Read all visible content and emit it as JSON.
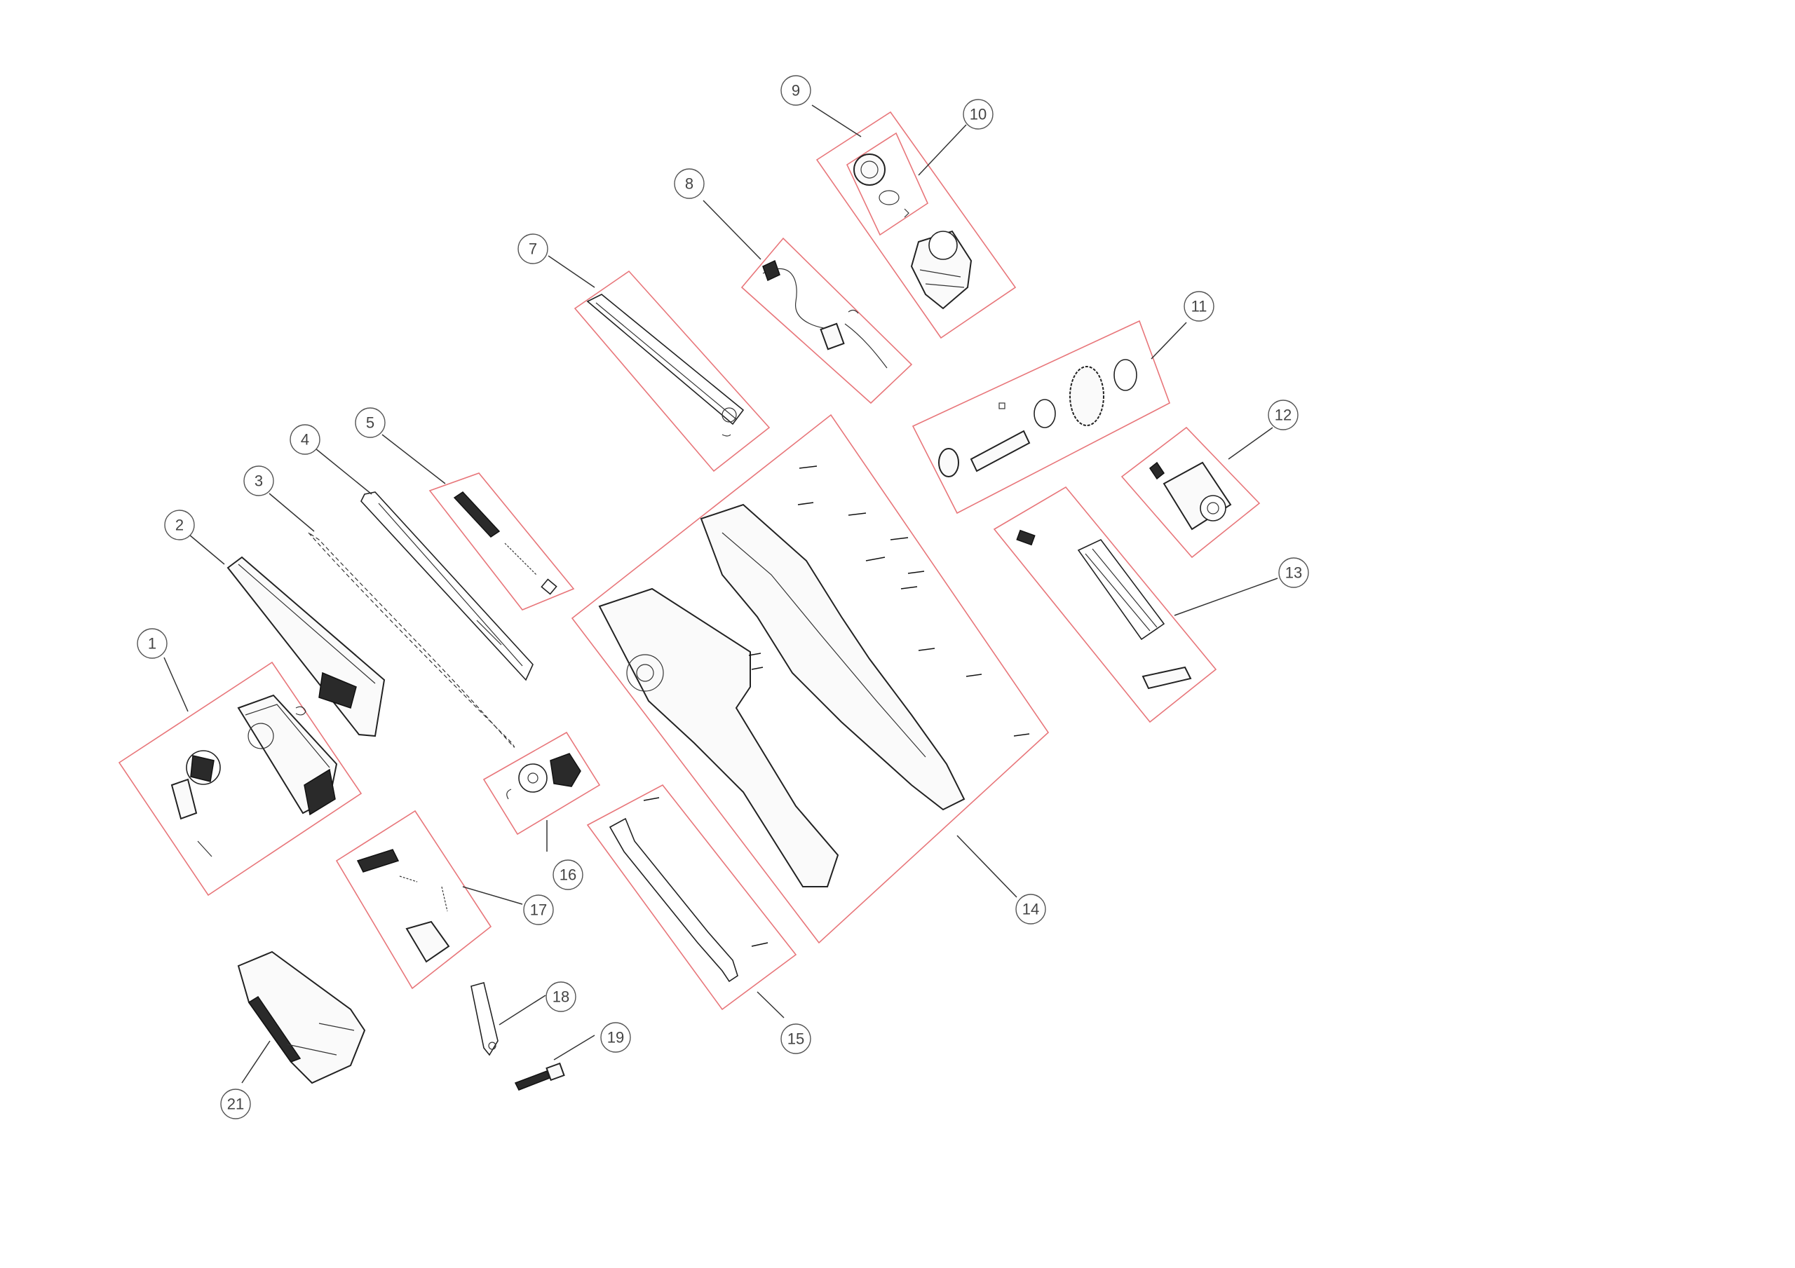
{
  "diagram": {
    "type": "exploded-parts-diagram",
    "box_color": "#e8767a",
    "callouts": [
      {
        "label": "1"
      },
      {
        "label": "2"
      },
      {
        "label": "3"
      },
      {
        "label": "4"
      },
      {
        "label": "5"
      },
      {
        "label": "7"
      },
      {
        "label": "8"
      },
      {
        "label": "9"
      },
      {
        "label": "10"
      },
      {
        "label": "11"
      },
      {
        "label": "12"
      },
      {
        "label": "13"
      },
      {
        "label": "14"
      },
      {
        "label": "15"
      },
      {
        "label": "16"
      },
      {
        "label": "17"
      },
      {
        "label": "18"
      },
      {
        "label": "19"
      },
      {
        "label": "21"
      }
    ]
  }
}
